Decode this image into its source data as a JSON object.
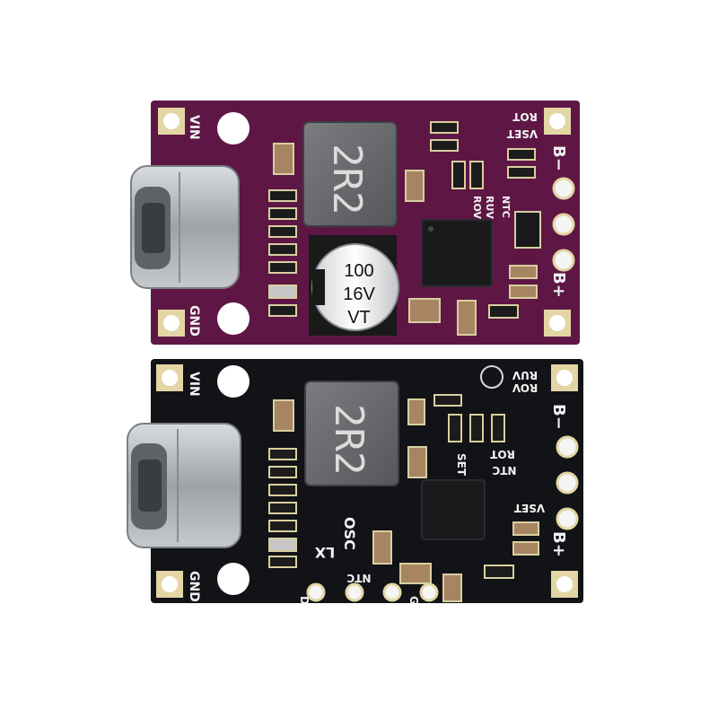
{
  "colors": {
    "background": "#ffffff",
    "board_purple": "#5e1745",
    "board_black": "#111316",
    "silkscreen": "#f2f2f2",
    "gold_pad": "#e3d6a4",
    "usb_metal": "#b8bcc0",
    "inductor": "#6b6d70",
    "ic": "#1a1a1c",
    "resistor": "#1c1c1c",
    "capacitor": "#b58a62"
  },
  "boards": [
    {
      "variant": "purple",
      "labels": {
        "vin": "VIN",
        "gnd": "GND",
        "b_minus": "B−",
        "b_plus": "B+",
        "rot": "ROT",
        "vset": "VSET",
        "ruv": "RUV",
        "rov": "ROV",
        "ntc": "NTC",
        "inductor": "2R2",
        "cap_line1": "100",
        "cap_line2": "16V",
        "cap_line3": "VT"
      }
    },
    {
      "variant": "black",
      "labels": {
        "vin": "VIN",
        "gnd": "GND",
        "b_minus": "B−",
        "b_plus": "B+",
        "ruv": "RUV",
        "rov": "ROV",
        "rot": "ROT",
        "ntc": "NTC",
        "set": "SET",
        "vset": "VSET",
        "lx": "LX",
        "osc": "OSC",
        "ntc2": "NTC",
        "inductor": "2R2",
        "pin_d": "D",
        "pin_g": "G"
      }
    }
  ]
}
